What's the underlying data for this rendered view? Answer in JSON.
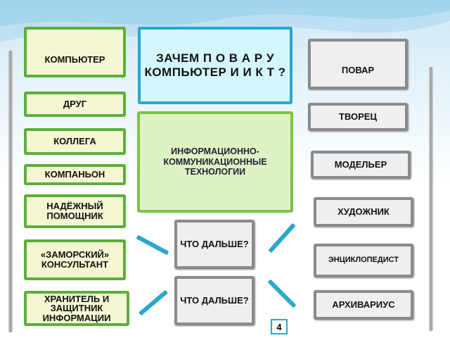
{
  "title": "ЗАЧЕМ П О В А Р У КОМПЬЮТЕР И И К Т ?",
  "center_box": "ИНФОРМАЦИОННО-КОММУНИКАЦИОННЫЕ ТЕХНОЛОГИИ",
  "left_items": [
    "КОМПЬЮТЕР",
    "ДРУГ",
    "КОЛЛЕГА",
    "КОМПАНЬОН",
    "НАДЁЖНЫЙ ПОМОЩНИК",
    "«ЗАМОРСКИЙ» КОНСУЛЬТАНТ",
    "ХРАНИТЕЛЬ И ЗАЩИТНИК ИНФОРМАЦИИ"
  ],
  "right_items": [
    "ПОВАР",
    "ТВОРЕЦ",
    "МОДЕЛЬЕР",
    "ХУДОЖНИК",
    "ЭНЦИКЛОПЕДИСТ",
    "АРХИВАРИУС"
  ],
  "what_next": [
    "ЧТО ДАЛЬШЕ?",
    "ЧТО ДАЛЬШЕ?"
  ],
  "page_number": "4"
}
